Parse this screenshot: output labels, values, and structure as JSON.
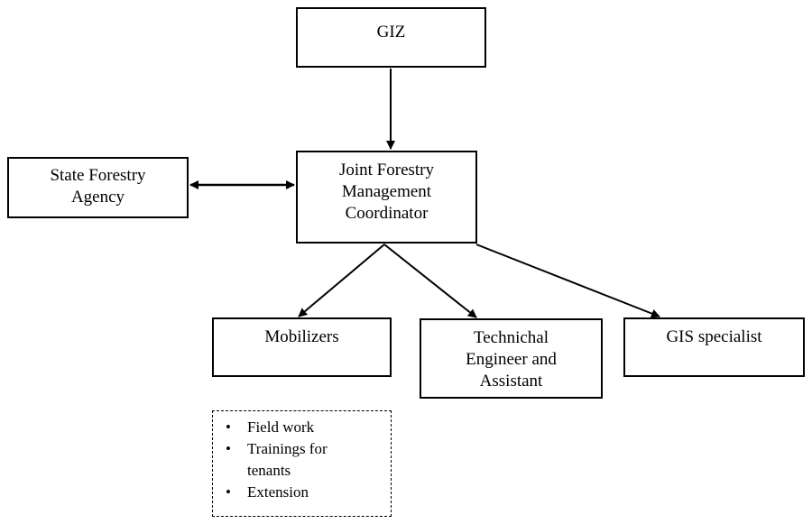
{
  "boxes": {
    "giz": {
      "lines": [
        "GIZ"
      ]
    },
    "state_forestry_agency": {
      "lines": [
        "State Forestry",
        "Agency"
      ]
    },
    "joint_forestry_management_coordinator": {
      "lines": [
        "Joint Forestry",
        "Management",
        "Coordinator"
      ]
    },
    "mobilizers": {
      "lines": [
        "Mobilizers"
      ]
    },
    "technical_engineer": {
      "lines": [
        "Technichal",
        "Engineer and",
        "Assistant"
      ]
    },
    "gis_specialist": {
      "lines": [
        "GIS specialist"
      ]
    }
  },
  "mobilizer_tasks": {
    "bullet_char": "•",
    "items": [
      {
        "lines": [
          "Field work"
        ]
      },
      {
        "lines": [
          "Trainings for",
          "tenants"
        ]
      },
      {
        "lines": [
          "Extension"
        ]
      }
    ]
  },
  "colors": {
    "line": "#000000",
    "background": "#ffffff"
  }
}
